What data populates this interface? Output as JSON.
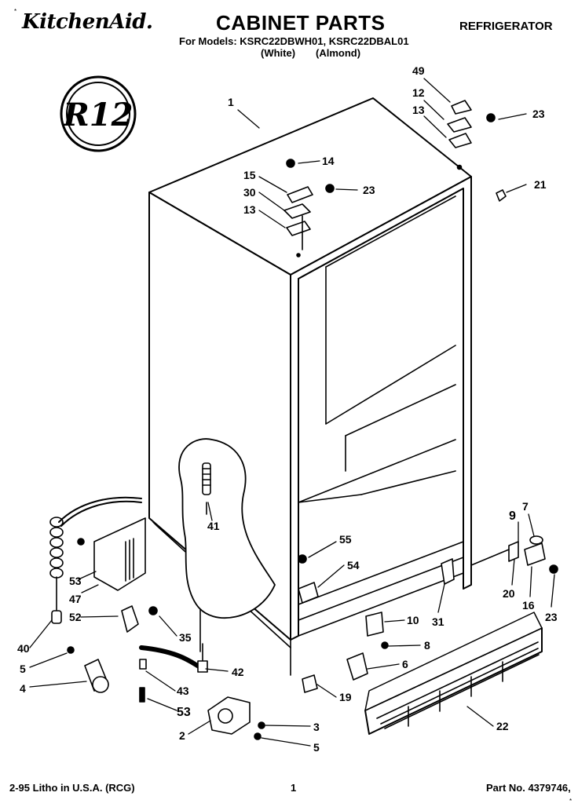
{
  "header": {
    "mark": "*",
    "brand": "KitchenAid.",
    "title": "CABINET PARTS",
    "appliance": "REFRIGERATOR",
    "models_line": "For Models: KSRC22DBWH01, KSRC22DBAL01",
    "color_white": "(White)",
    "color_almond": "(Almond)"
  },
  "badge": {
    "text": "R12"
  },
  "callouts": [
    {
      "id": "c1",
      "text": "1"
    },
    {
      "id": "c49",
      "text": "49"
    },
    {
      "id": "c12",
      "text": "12"
    },
    {
      "id": "c13a",
      "text": "13"
    },
    {
      "id": "c23a",
      "text": "23"
    },
    {
      "id": "c14",
      "text": "14"
    },
    {
      "id": "c15",
      "text": "15"
    },
    {
      "id": "c30",
      "text": "30"
    },
    {
      "id": "c13b",
      "text": "13"
    },
    {
      "id": "c23b",
      "text": "23"
    },
    {
      "id": "c21",
      "text": "21"
    },
    {
      "id": "c41",
      "text": "41"
    },
    {
      "id": "c55",
      "text": "55"
    },
    {
      "id": "c54",
      "text": "54"
    },
    {
      "id": "c53a",
      "text": "53"
    },
    {
      "id": "c47",
      "text": "47"
    },
    {
      "id": "c52",
      "text": "52"
    },
    {
      "id": "c40",
      "text": "40"
    },
    {
      "id": "c35",
      "text": "35"
    },
    {
      "id": "c5a",
      "text": "5"
    },
    {
      "id": "c4",
      "text": "4"
    },
    {
      "id": "c42",
      "text": "42"
    },
    {
      "id": "c43",
      "text": "43"
    },
    {
      "id": "c53b",
      "text": "53"
    },
    {
      "id": "c2",
      "text": "2"
    },
    {
      "id": "c3",
      "text": "3"
    },
    {
      "id": "c5b",
      "text": "5"
    },
    {
      "id": "c9",
      "text": "9"
    },
    {
      "id": "c7",
      "text": "7"
    },
    {
      "id": "c20",
      "text": "20"
    },
    {
      "id": "c16",
      "text": "16"
    },
    {
      "id": "c23c",
      "text": "23"
    },
    {
      "id": "c31",
      "text": "31"
    },
    {
      "id": "c10",
      "text": "10"
    },
    {
      "id": "c8",
      "text": "8"
    },
    {
      "id": "c6",
      "text": "6"
    },
    {
      "id": "c19",
      "text": "19"
    },
    {
      "id": "c22",
      "text": "22"
    }
  ],
  "footer": {
    "print_info": "2-95 Litho in U.S.A. (RCG)",
    "page": "1",
    "part_no": "Part No. 4379746,",
    "mark": "*"
  }
}
